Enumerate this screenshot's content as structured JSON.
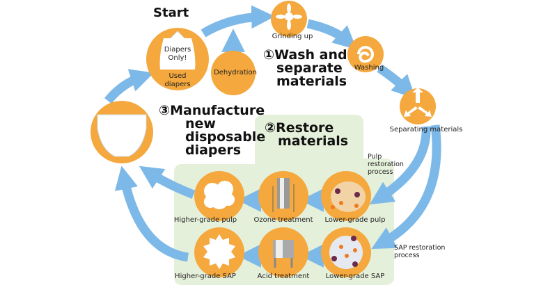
{
  "start_label": "Start",
  "used_diapers": {
    "bag_text_1": "Diapers",
    "bag_text_2": "Only!",
    "label_1": "Used",
    "label_2": "diapers"
  },
  "dehydration": "Dehydration",
  "grinding": "Grinding up",
  "step1": {
    "num": "①",
    "line1": "Wash and",
    "line2": "separate",
    "line3": "materials"
  },
  "washing": "Washing",
  "separating": "Separating materials",
  "step3": {
    "num": "③",
    "line1": "Manufacture",
    "line2": "new",
    "line3": "disposable",
    "line4": "diapers"
  },
  "step2": {
    "num": "②",
    "line1": "Restore",
    "line2": "materials"
  },
  "pulp_process": {
    "line1": "Pulp",
    "line2": "restoration",
    "line3": "process"
  },
  "sap_process": {
    "line1": "SAP restoration",
    "line2": "process"
  },
  "pulp_row": [
    "Higher-grade pulp",
    "Ozone treatment",
    "Lower-grade pulp"
  ],
  "sap_row": [
    "Higher-grade SAP",
    "Acid treatment",
    "Lower-grade SAP"
  ],
  "colors": {
    "orange": "#F4A83D",
    "blue": "#7DB9E8",
    "panel": "#E5F0DA"
  }
}
